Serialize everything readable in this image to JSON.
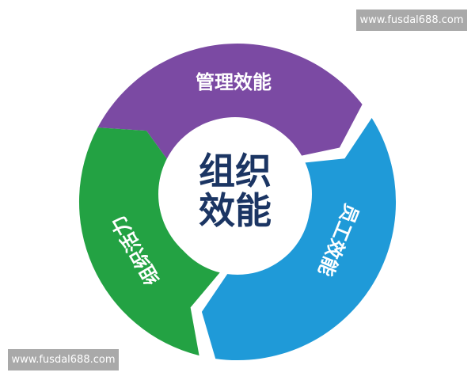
{
  "center": {
    "line1": "组织",
    "line2": "效能",
    "color": "#1b3563"
  },
  "segments": [
    {
      "label": "管理效能",
      "color": "#7b4aa3"
    },
    {
      "label": "员工效能",
      "color": "#1f9ad8"
    },
    {
      "label": "组织活力",
      "color": "#23a243"
    }
  ],
  "watermarks": {
    "top_right": "www.fusdal688.com",
    "bottom_left": "www.fusdal688.com"
  }
}
